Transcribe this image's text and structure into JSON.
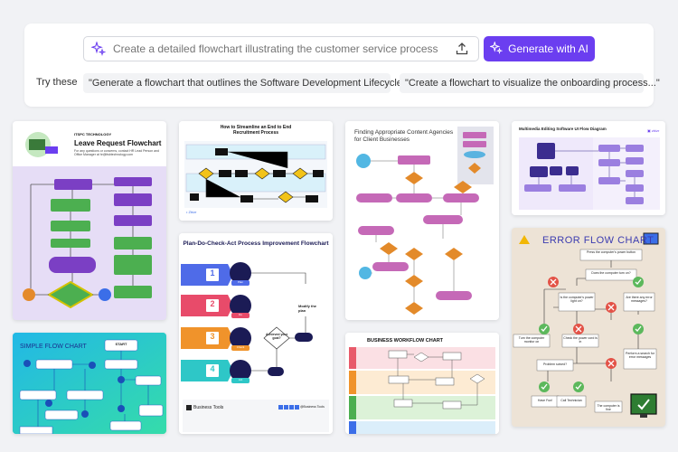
{
  "prompt": {
    "placeholder": "Create a detailed flowchart illustrating the customer service process",
    "generate_label": "Generate with AI",
    "try_label": "Try these",
    "suggestions": [
      "\"Generate a flowchart that outlines the Software Development Lifecycle...\"",
      "\"Create a flowchart to visualize the onboarding process...\""
    ]
  },
  "templates": [
    {
      "title": "Leave Request Flowchart",
      "brand": "ITSPC TECHNOLOGY",
      "subtitle": "For any questions or concerns, contact HR Lead Person and Office Manager at hr@itsbtechnology.com"
    },
    {
      "title": "How to Streamline an End to End Recruitment Process"
    },
    {
      "title": "Finding Appropriate Content Agencies for Client Businesses"
    },
    {
      "title": "Multimedia Editing Software UI Flow Diagram"
    },
    {
      "title": "ERROR FLOW CHART",
      "steps": [
        "Press the computer's power button",
        "Does the computer turn on?",
        "Is the computer's power light on?",
        "Are there any error messages?",
        "Turn the computer monitor on",
        "Check the power cord is in",
        "Perform a search for error messages",
        "Problem solved?",
        "Have Fun!",
        "Call Technician",
        "The computer is fine"
      ]
    },
    {
      "title": "Plan-Do-Check-Act Process Improvement Flowchart",
      "steps": [
        "1",
        "2",
        "3",
        "4"
      ],
      "labels": [
        "Plan",
        "Do",
        "Check",
        "Act"
      ],
      "modify_label": "Modify the plan",
      "achieved_label": "Achieved your goal?",
      "footer": "Business Tools",
      "handle": "@Business Tools"
    },
    {
      "title": "SIMPLE FLOW CHART",
      "start": "START"
    },
    {
      "title": "BUSINESS WORKFLOW CHART"
    }
  ]
}
